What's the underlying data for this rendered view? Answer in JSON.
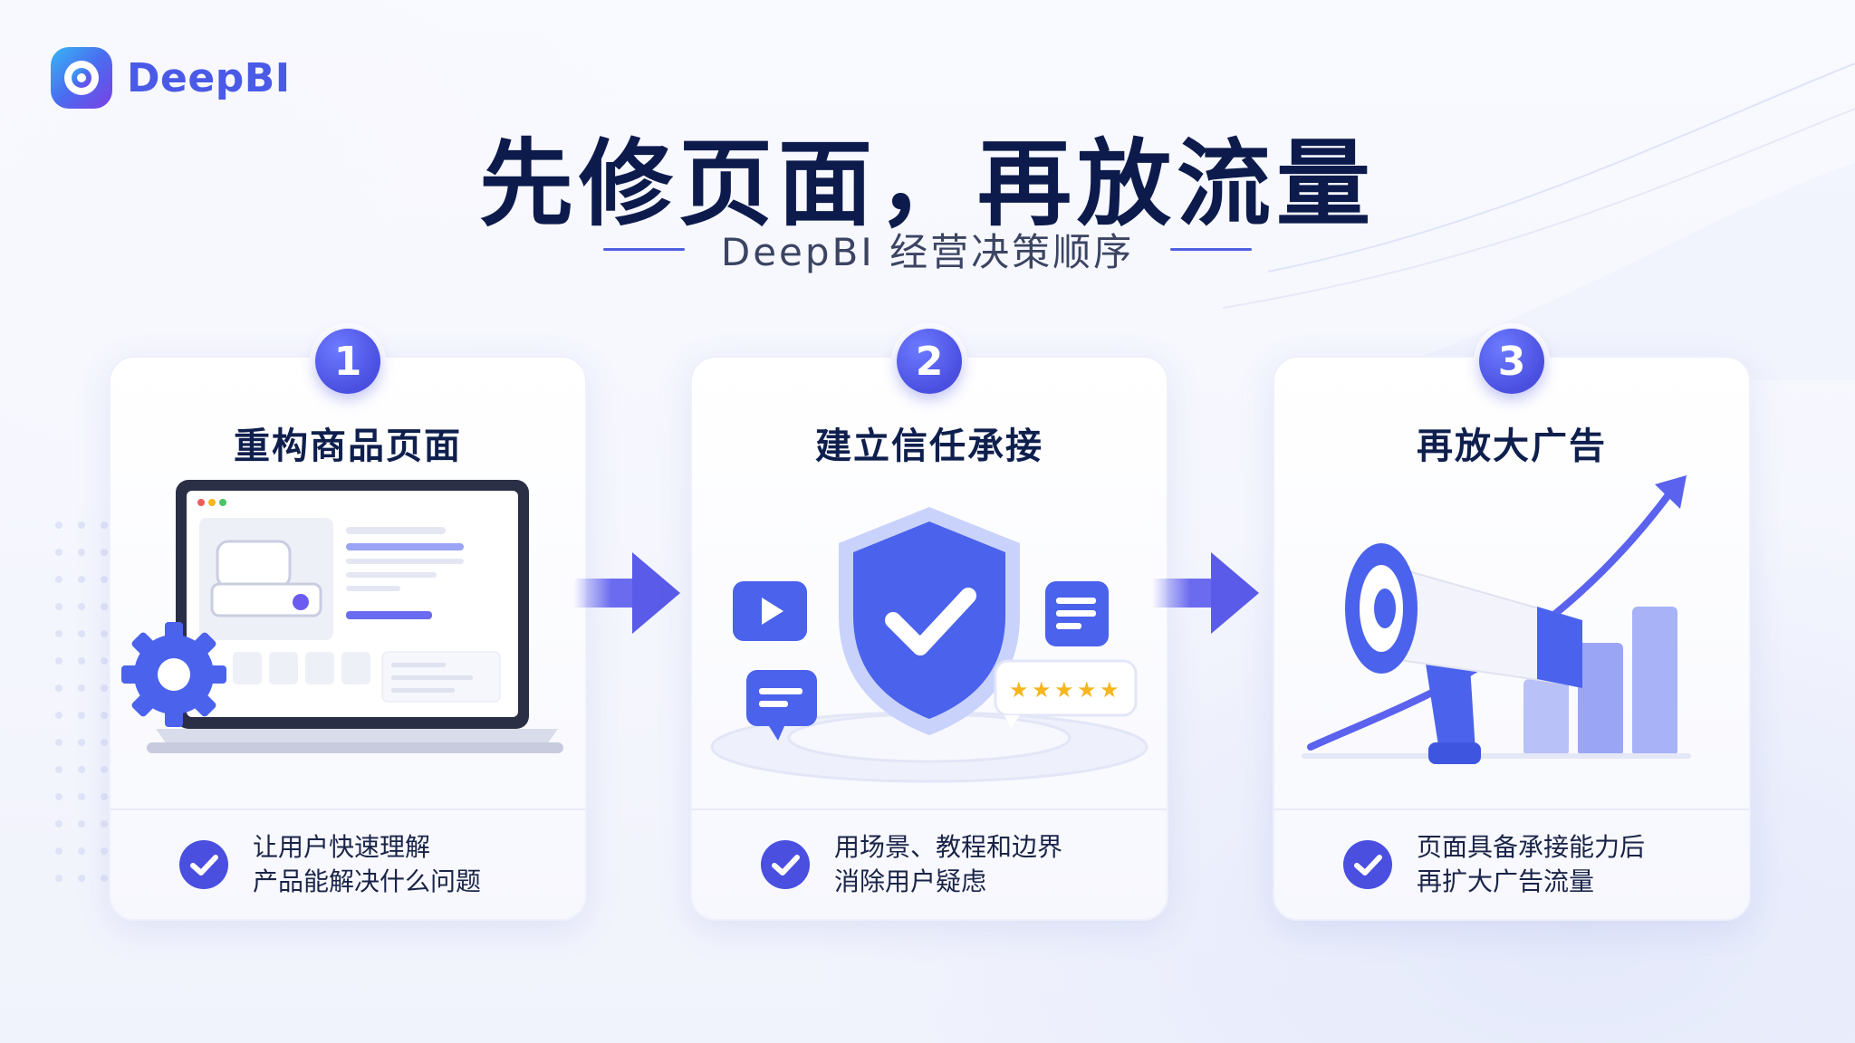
{
  "brand": {
    "name": "DeepBI",
    "accent": "#4a5ae6"
  },
  "header": {
    "title": "先修页面，再放流量",
    "subtitle": "DeepBI 经营决策顺序"
  },
  "steps": [
    {
      "number": "1",
      "title": "重构商品页面",
      "lines": [
        "让用户快速理解",
        "产品能解决什么问题"
      ],
      "illustration": "laptop-with-product-page-and-gear-icon"
    },
    {
      "number": "2",
      "title": "建立信任承接",
      "lines": [
        "用场景、教程和边界",
        "消除用户疑虑"
      ],
      "illustration": "shield-check-icon"
    },
    {
      "number": "3",
      "title": "再放大广告",
      "lines": [
        "页面具备承接能力后",
        "再扩大广告流量"
      ],
      "illustration": "megaphone-with-growth-chart"
    }
  ],
  "colors": {
    "primary": "#4a4fe0",
    "title": "#0d1b4c",
    "text": "#1a2448",
    "star": "#f5b61e"
  }
}
